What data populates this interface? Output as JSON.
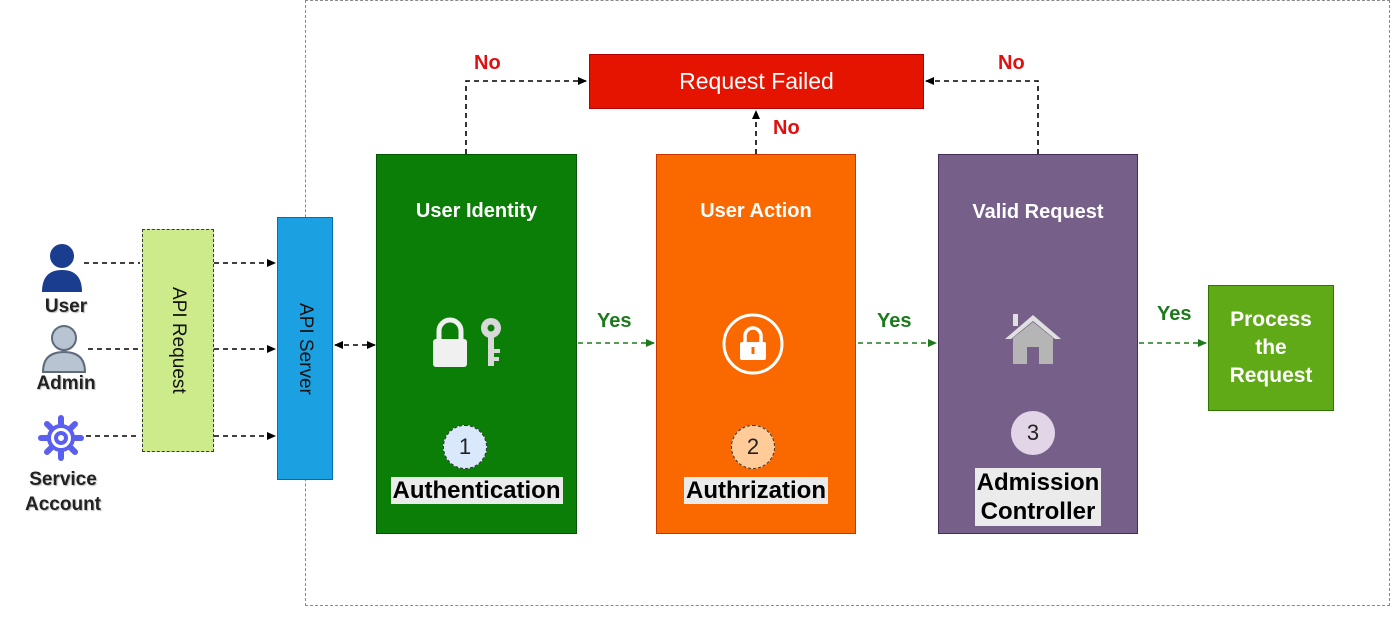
{
  "actors": {
    "user": "User",
    "admin": "Admin",
    "service_account": "Service\nAccount"
  },
  "api_request": "API Request",
  "api_server": "API Server",
  "request_failed": "Request Failed",
  "steps": [
    {
      "title": "User Identity",
      "number": "1",
      "label": "Authentication",
      "color": "#0a7e07",
      "icon": "padlock-key-icon"
    },
    {
      "title": "User Action",
      "number": "2",
      "label": "Authrization",
      "color": "#fa6800",
      "icon": "lock-circle-icon"
    },
    {
      "title": "Valid Request",
      "number": "3",
      "label": "Admission\nController",
      "color": "#76608a",
      "icon": "house-icon"
    }
  ],
  "process": "Process\nthe\nRequest",
  "flow_labels": {
    "no": "No",
    "yes": "Yes"
  },
  "colors": {
    "failed": "#e51400",
    "process": "#60a917",
    "api_request": "#cdeb8b",
    "api_server": "#1ba1e2",
    "yes": "#1c7a1c",
    "no": "#e01010"
  }
}
